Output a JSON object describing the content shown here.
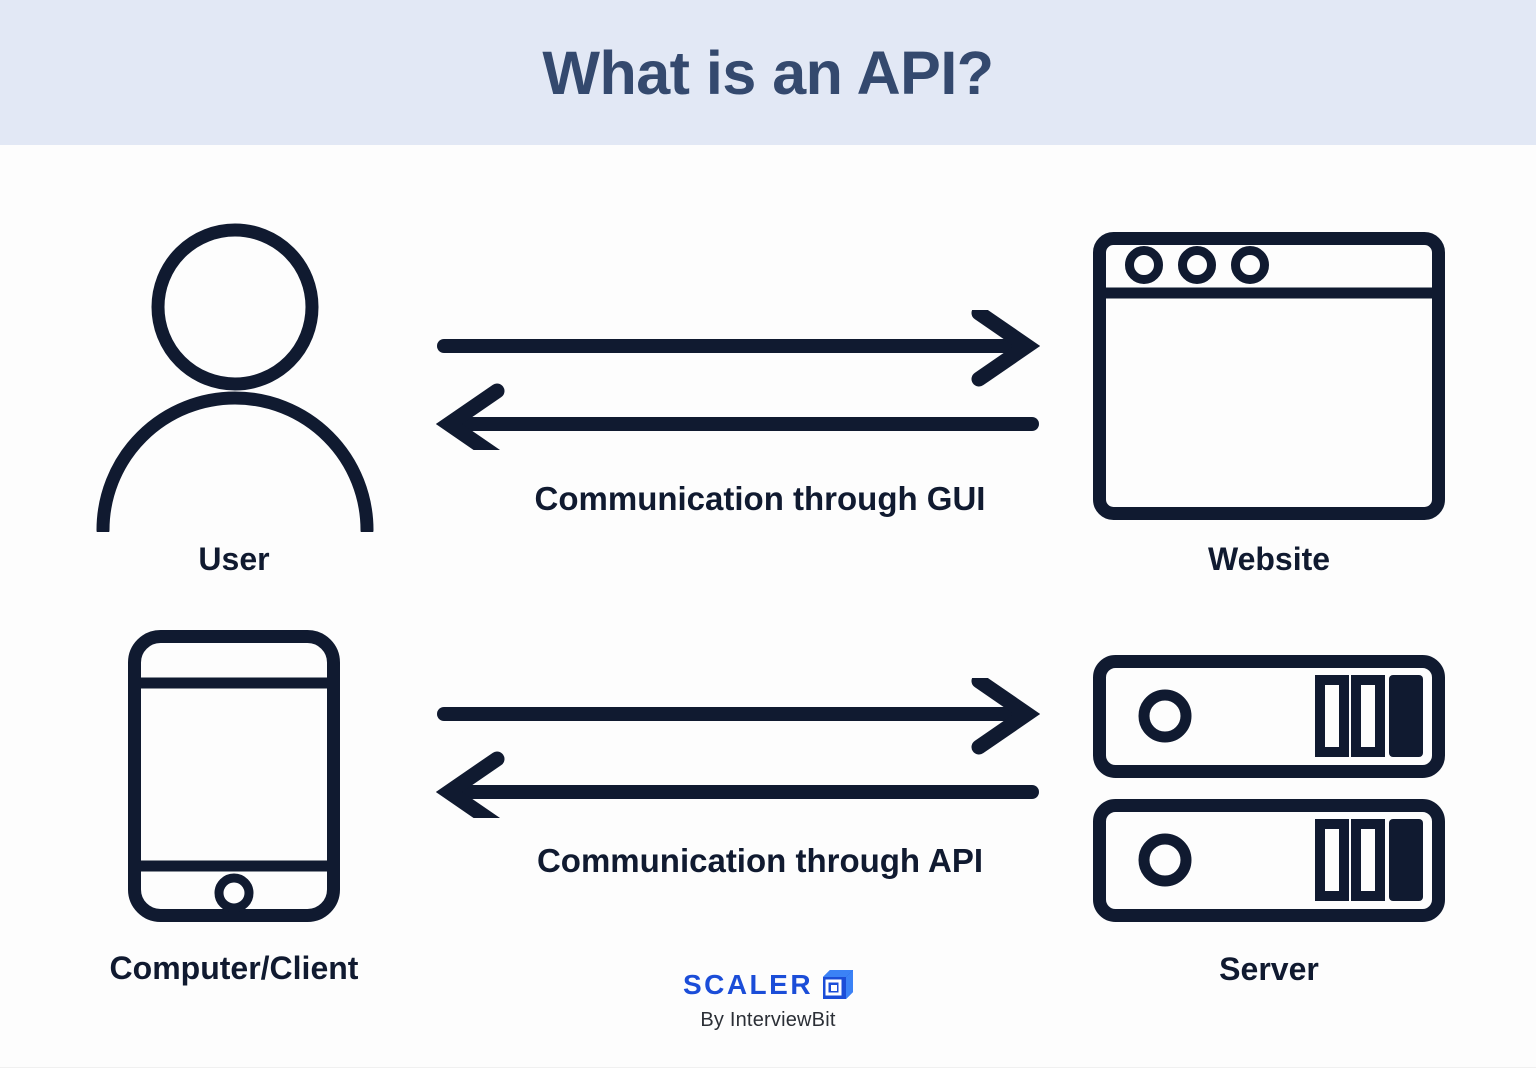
{
  "header": {
    "title": "What is an API?",
    "band_color": "#e2e8f5",
    "title_color": "#34496e"
  },
  "theme": {
    "stroke_color": "#101a30",
    "background": "#fdfdfd",
    "brand_blue": "#1b4dd8",
    "brand_blue_light": "#3b82f6"
  },
  "diagram": {
    "nodes": [
      {
        "id": "user",
        "label": "User",
        "icon": "user-icon"
      },
      {
        "id": "website",
        "label": "Website",
        "icon": "browser-window-icon"
      },
      {
        "id": "client",
        "label": "Computer/Client",
        "icon": "mobile-phone-icon"
      },
      {
        "id": "server",
        "label": "Server",
        "icon": "server-rack-icon"
      }
    ],
    "connections": [
      {
        "id": "gui",
        "label": "Communication through GUI",
        "from": "User",
        "to": "Website",
        "direction": "bidirectional",
        "arrows": [
          "right-arrow-icon",
          "left-arrow-icon"
        ]
      },
      {
        "id": "api",
        "label": "Communication through API",
        "from": "Computer/Client",
        "to": "Server",
        "direction": "bidirectional",
        "arrows": [
          "right-arrow-icon",
          "left-arrow-icon"
        ]
      }
    ]
  },
  "footer": {
    "brand": "SCALER",
    "tagline": "By InterviewBit",
    "logo_icon": "scaler-cube-icon"
  }
}
